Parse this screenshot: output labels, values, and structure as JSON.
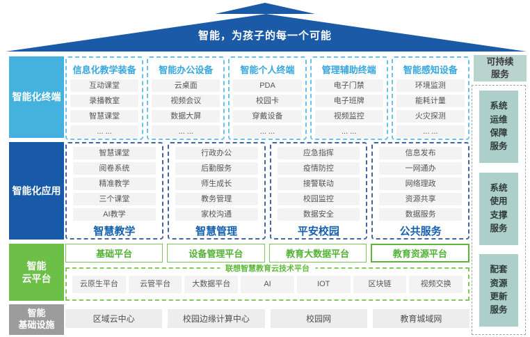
{
  "roof": {
    "title": "智能，为孩子的每一个可能"
  },
  "colors": {
    "roof_blue": "#1b5aa7",
    "terminal_light_blue": "#45b1df",
    "app_dark_blue": "#185aa7",
    "cloud_green": "#6cbf47",
    "infra_gray": "#9c9c9c",
    "service_teal": "#accfc9",
    "pill_gray": "#f3f3f3"
  },
  "sidebar": {
    "items": [
      {
        "label": "智能化终端"
      },
      {
        "label": "智能化应用"
      },
      {
        "label": "智能\n云平台"
      },
      {
        "label": "智能\n基础设施"
      }
    ]
  },
  "terminals": {
    "groups": [
      {
        "title": "信息化教学装备",
        "items": [
          "互动课堂",
          "录播教室",
          "智慧课堂",
          "... ..."
        ]
      },
      {
        "title": "智能办公设备",
        "items": [
          "云桌面",
          "视频会议",
          "数据大屏",
          "... ..."
        ]
      },
      {
        "title": "智能个人终端",
        "items": [
          "PDA",
          "校园卡",
          "穿戴设备",
          "... ..."
        ]
      },
      {
        "title": "管理辅助终端",
        "items": [
          "电子门禁",
          "电子班牌",
          "视频监控",
          "... ..."
        ]
      },
      {
        "title": "智能感知设备",
        "items": [
          "环境监测",
          "能耗计量",
          "火灾探测",
          "... ..."
        ]
      }
    ]
  },
  "applications": {
    "groups": [
      {
        "items": [
          "智慧课堂",
          "阅卷系统",
          "精准教学",
          "三个课堂",
          "AI教学"
        ],
        "label": "智慧教学"
      },
      {
        "items": [
          "行政办公",
          "后勤服务",
          "师生成长",
          "教务管理",
          "家校沟通"
        ],
        "label": "智慧管理"
      },
      {
        "items": [
          "应急指挥",
          "疫情防控",
          "接警联动",
          "校园监控",
          "数据安全"
        ],
        "label": "平安校园"
      },
      {
        "items": [
          "信息发布",
          "一网通办",
          "网络理政",
          "资源共享",
          "数据服务"
        ],
        "label": "公共服务"
      }
    ]
  },
  "cloud": {
    "platforms": [
      "基础平台",
      "设备管理平台",
      "教育大数据平台",
      "教育资源平台"
    ],
    "tech_platform": {
      "title": "联想智慧教育云技术平台",
      "items": [
        "云原生平台",
        "云管平台",
        "大数据平台",
        "AI",
        "IOT",
        "区块链",
        "视频交换"
      ]
    }
  },
  "infrastructure": {
    "items": [
      "区域云中心",
      "校园边缘计算中心",
      "校园网",
      "教育城域网"
    ]
  },
  "services": {
    "header": "可持续\n服务",
    "items": [
      "系统\n运维\n保障\n服务",
      "系统\n使用\n支撑\n服务",
      "配套\n资源\n更新\n服务"
    ]
  }
}
